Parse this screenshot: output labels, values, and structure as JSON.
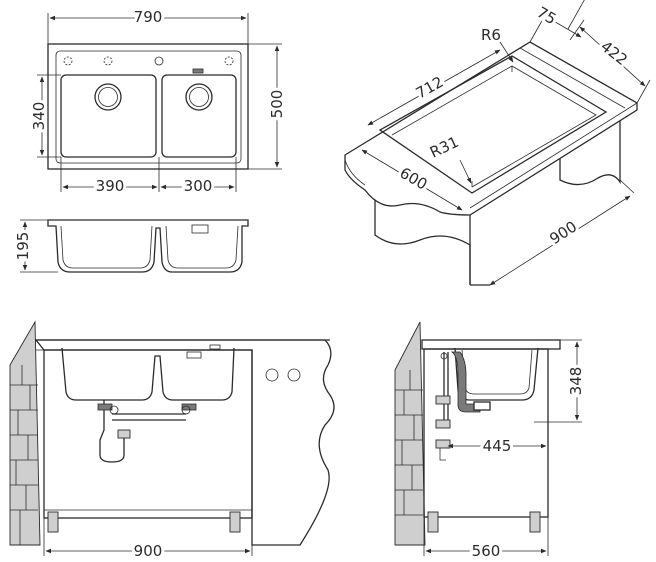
{
  "dimensions": {
    "top_width": "790",
    "top_height": "500",
    "bowl_height": "340",
    "left_bowl_width": "390",
    "right_bowl_width": "300",
    "section_depth": "195",
    "iso_cabinet_length": "900",
    "iso_cabinet_width": "600",
    "iso_cutout_length": "712",
    "iso_cutout_width": "422",
    "iso_edge_offset": "75",
    "iso_corner_radius_small": "R6",
    "iso_corner_radius_large": "R31",
    "front_cabinet_width": "900",
    "side_cabinet_depth": "560",
    "side_drain_offset": "445",
    "side_sink_height": "348"
  }
}
